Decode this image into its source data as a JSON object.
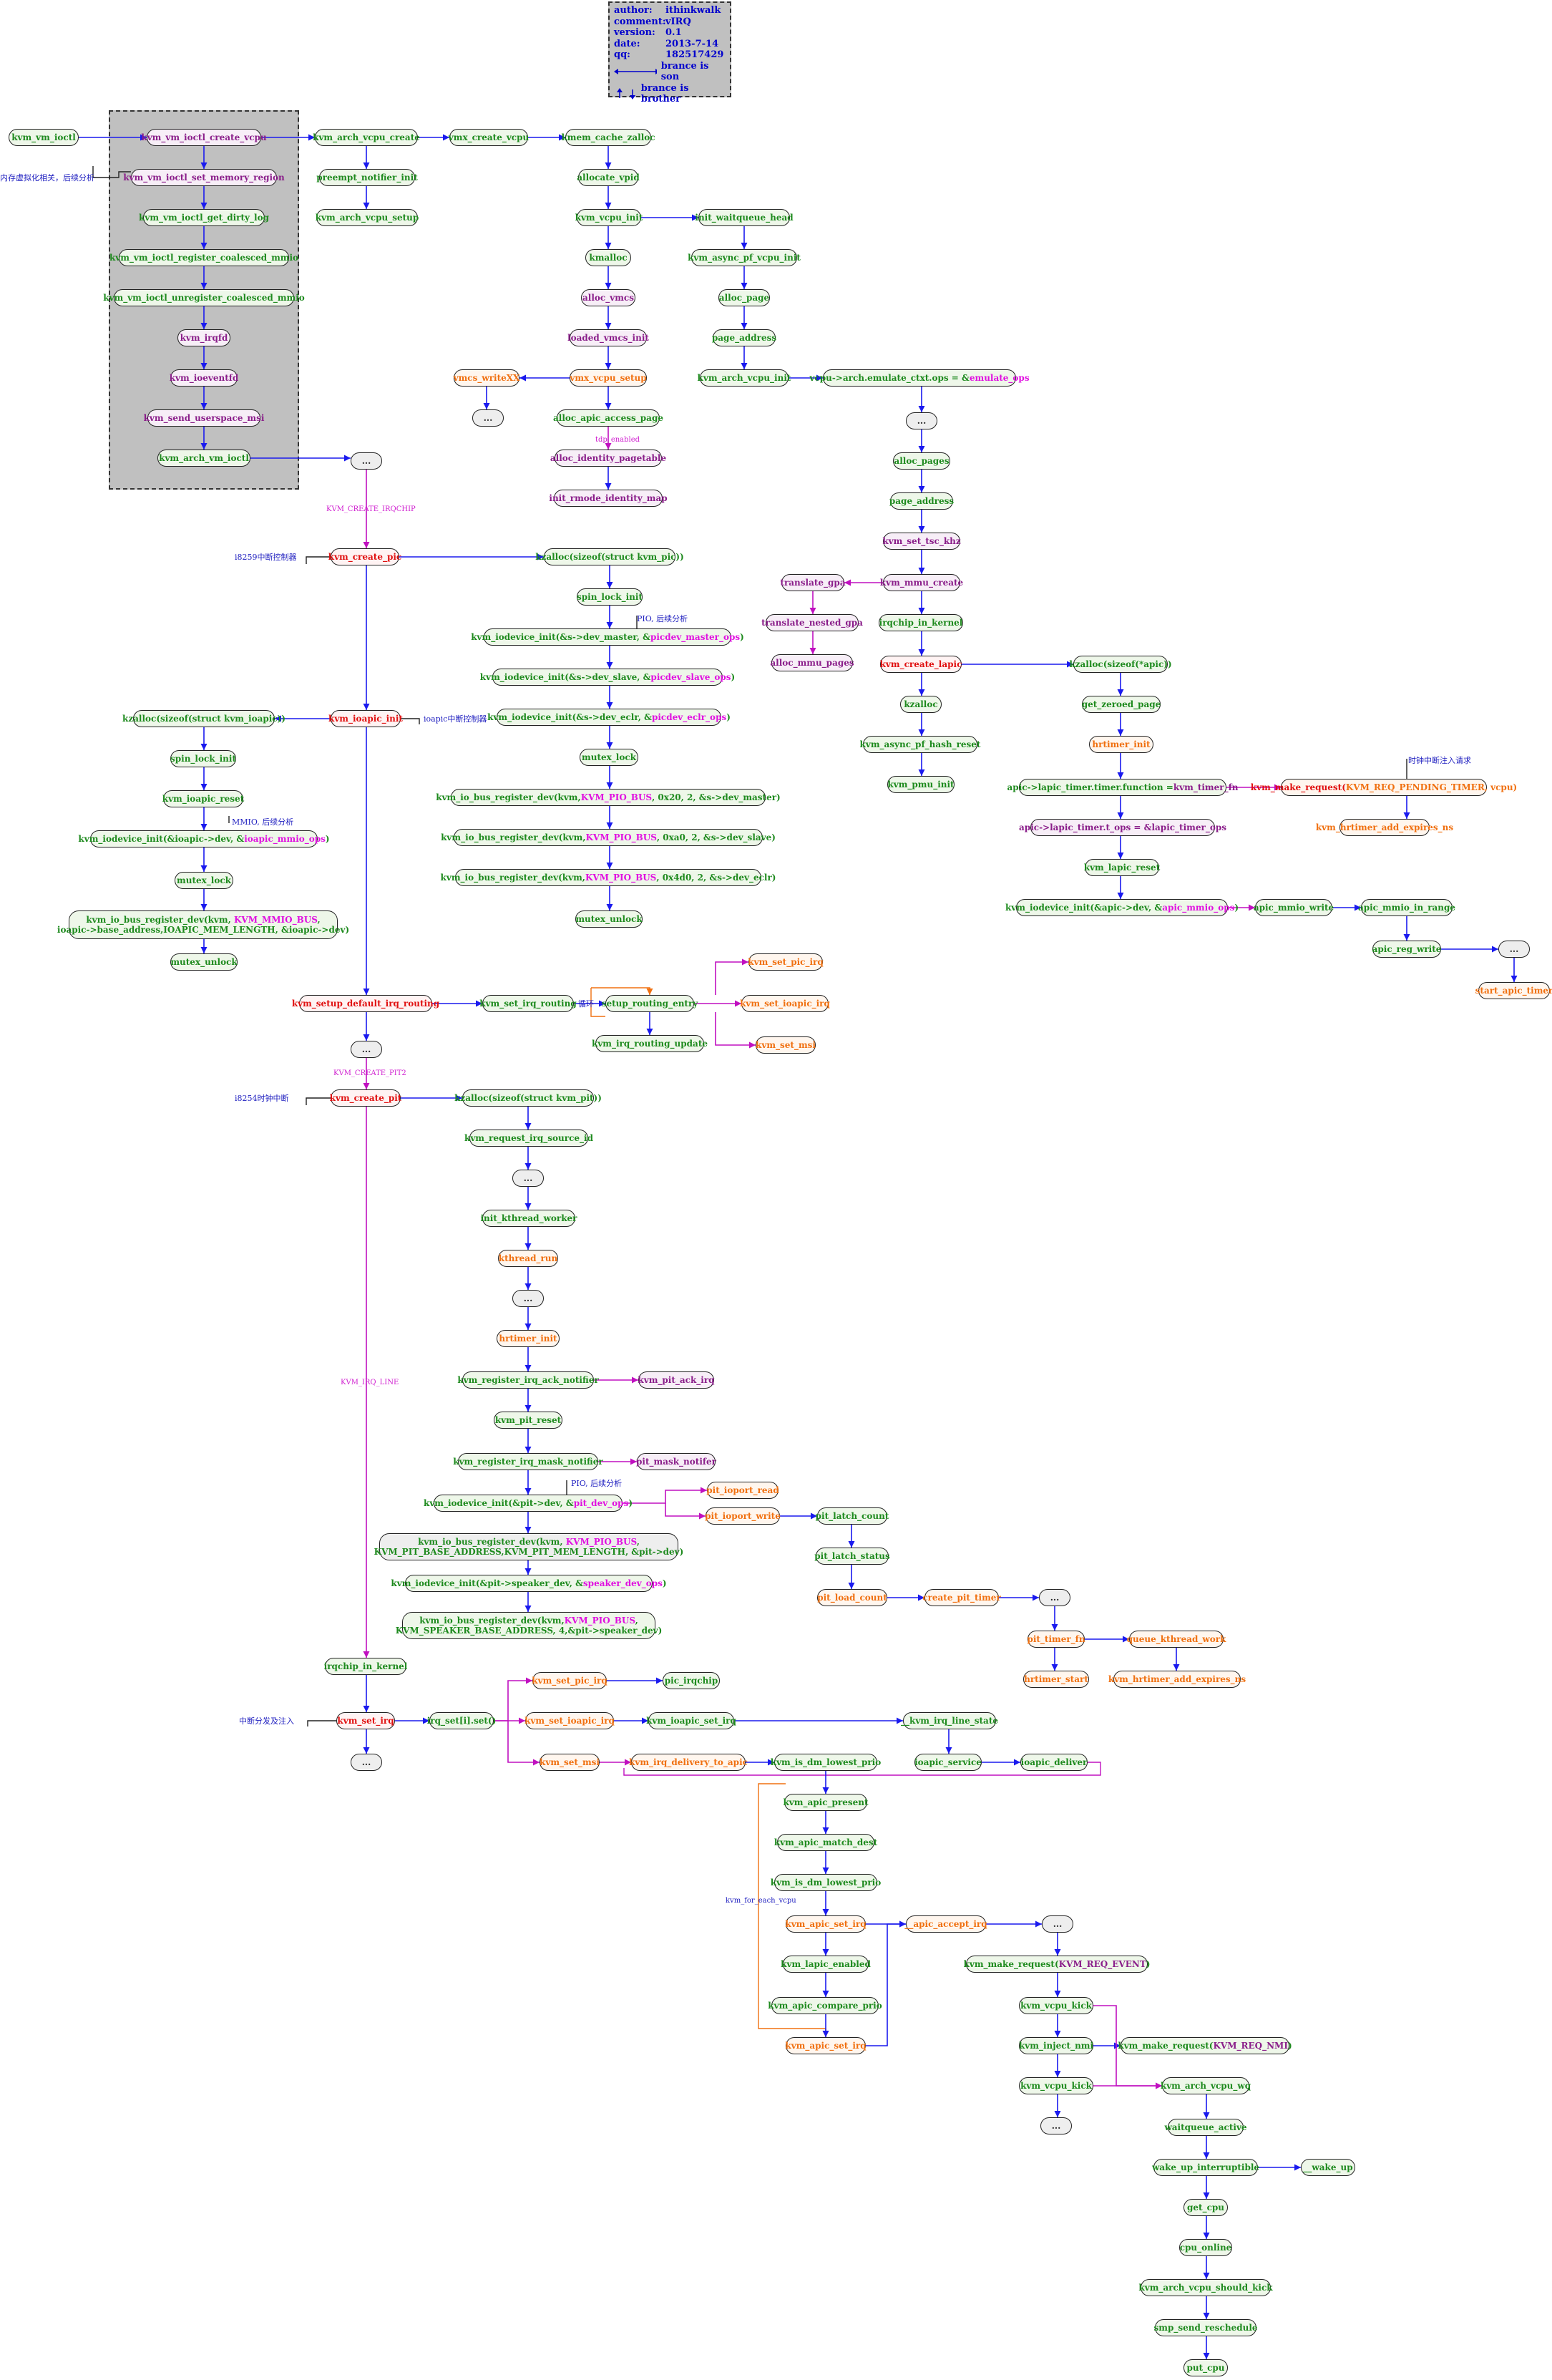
{
  "info": {
    "rows": [
      {
        "key": "author:",
        "value": "ithinkwalk"
      },
      {
        "key": "comment:",
        "value": "vIRQ"
      },
      {
        "key": "version:",
        "value": "0.1"
      },
      {
        "key": "date:",
        "value": "2013-7-14"
      },
      {
        "key": "qq:",
        "value": "182517429"
      }
    ],
    "legend_son": "brance is son",
    "legend_brother": "brance is brother"
  },
  "notes": {
    "mem_virt": "内存虚拟化相关，后续分析",
    "i8259": "i8259中断控制器",
    "pio1": "PIO, 后续分析",
    "ioapic": "ioapic中断控制器",
    "mmio": "MMIO, 后续分析",
    "timer_req": "时钟中断注入请求",
    "i8254": "i8254时钟中断",
    "pio2": "PIO, 后续分析",
    "dispatch": "中断分发及注入",
    "loop": "循环"
  },
  "edge_labels": {
    "create_irqchip": "KVM_CREATE_IRQCHIP",
    "irq_line": "KVM_IRQ_LINE",
    "create_pit2": "KVM_CREATE_PIT2",
    "tdp": "tdp_enabled",
    "for_each_vcpu": "kvm_for_each_vcpu"
  },
  "nodes": {
    "kvm_vm_ioctl": "kvm_vm_ioctl",
    "create_vcpu": "kvm_vm_ioctl_create_vcpu",
    "set_memory_region": "kvm_vm_ioctl_set_memory_region",
    "get_dirty_log": "kvm_vm_ioctl_get_dirty_log",
    "register_coalesced": "kvm_vm_ioctl_register_coalesced_mmio",
    "unregister_coalesced": "kvm_vm_ioctl_unregister_coalesced_mmio",
    "kvm_irqfd": "kvm_irqfd",
    "kvm_ioeventfd": "kvm_ioeventfd",
    "send_userspace_msi": "kvm_send_userspace_msi",
    "arch_vm_ioctl": "kvm_arch_vm_ioctl",
    "dots_a": "...",
    "arch_vcpu_create": "kvm_arch_vcpu_create",
    "preempt_notifier": "preempt_notifier_init",
    "arch_vcpu_setup": "kvm_arch_vcpu_setup",
    "vmx_create_vcpu": "vmx_create_vcpu",
    "kmem_cache_zalloc": "kmem_cache_zalloc",
    "allocate_vpid": "allocate_vpid",
    "kvm_vcpu_init": "kvm_vcpu_init",
    "kmalloc": "kmalloc",
    "alloc_vmcs": "alloc_vmcs",
    "loaded_vmcs_init": "loaded_vmcs_init",
    "vmcs_writeXX": "vmcs_writeXX",
    "dots_b": "...",
    "vmx_vcpu_setup": "vmx_vcpu_setup",
    "alloc_apic_access_page": "alloc_apic_access_page",
    "alloc_identity_pagetable": "alloc_identity_pagetable",
    "init_rmode_identity_map": "init_rmode_identity_map",
    "init_waitqueue_head": "init_waitqueue_head",
    "async_pf_vcpu_init": "kvm_async_pf_vcpu_init",
    "alloc_page": "alloc_page",
    "page_address": "page_address",
    "kvm_arch_vcpu_init": "kvm_arch_vcpu_init",
    "emulate_ctxt_prefix": "vcpu->arch.emulate_ctxt.ops = &",
    "emulate_ops": "emulate_ops",
    "dots_c": "...",
    "alloc_pages": "alloc_pages",
    "page_address2": "page_address",
    "set_tsc_khz": "kvm_set_tsc_khz",
    "translate_gpa": "translate_gpa",
    "translate_nested_gpa": "translate_nested_gpa",
    "alloc_mmu_pages": "alloc_mmu_pages",
    "mmu_create": "kvm_mmu_create",
    "irqchip_in_kernel": "irqchip_in_kernel",
    "kvm_create_lapic": "kvm_create_lapic",
    "kzalloc_apic": "kzalloc(sizeof(*apic))",
    "kzalloc2": "kzalloc",
    "async_pf_hash_reset": "kvm_async_pf_hash_reset",
    "pmu_init": "kvm_pmu_init",
    "get_zeroed_page": "get_zeroed_page",
    "hrtimer_init_a": "hrtimer_init",
    "lapic_timer_fn_prefix": "apic->lapic_timer.timer.function = ",
    "lapic_timer_fn": "kvm_timer_fn",
    "make_request_pending_prefix": "kvm_make_request(",
    "make_request_pending": "KVM_REQ_PENDING_TIMER, vcpu)",
    "hrtimer_add_expires_ns": "kvm_hrtimer_add_expires_ns",
    "lapic_timer_ops_prefix": "apic->lapic_timer.t_ops = &",
    "lapic_timer_ops": "lapic_timer_ops",
    "kvm_lapic_reset": "kvm_lapic_reset",
    "iodevice_init_apic_prefix": "kvm_iodevice_init(&apic->dev, &",
    "iodevice_init_apic_ops": "apic_mmio_ops",
    "iodevice_init_apic_suffix": ")",
    "apic_mmio_write": "apic_mmio_write",
    "apic_mmio_in_range": "apic_mmio_in_range",
    "apic_reg_write": "apic_reg_write",
    "dots_d": "...",
    "start_apic_timer": "start_apic_timer",
    "kvm_create_pic": "kvm_create_pic",
    "kzalloc_pic": "kzalloc(sizeof(struct kvm_pic))",
    "spin_lock_init_a": "spin_lock_init",
    "iodev_master_prefix": "kvm_iodevice_init(&s->dev_master, &",
    "iodev_master_ops": "picdev_master_ops",
    "iodev_slave_prefix": "kvm_iodevice_init(&s->dev_slave, &",
    "iodev_slave_ops": "picdev_slave_ops",
    "iodev_eclr_prefix": "kvm_iodevice_init(&s->dev_eclr, &",
    "iodev_eclr_ops": "picdev_eclr_ops",
    "iodev_suffix": ")",
    "mutex_lock_a": "mutex_lock",
    "bus_reg_1_prefix": "kvm_io_bus_register_dev(kvm, ",
    "bus_reg_pio": "KVM_PIO_BUS",
    "bus_reg_1_suffix": ", 0x20, 2, &s->dev_master)",
    "bus_reg_2_suffix": ", 0xa0, 2, &s->dev_slave)",
    "bus_reg_3_suffix": ", 0x4d0, 2, &s->dev_eclr)",
    "mutex_unlock_a": "mutex_unlock",
    "kvm_ioapic_init": "kvm_ioapic_init",
    "kzalloc_ioapic": "kzalloc(sizeof(struct kvm_ioapic))",
    "spin_lock_init_b": "spin_lock_init",
    "kvm_ioapic_reset": "kvm_ioapic_reset",
    "iodev_ioapic_prefix": "kvm_iodevice_init(&ioapic->dev, &",
    "iodev_ioapic_ops": "ioapic_mmio_ops",
    "mutex_lock_b": "mutex_lock",
    "bus_reg_ioapic_l1_prefix": "kvm_io_bus_register_dev(kvm, ",
    "bus_reg_ioapic_mmio": "KVM_MMIO_BUS",
    "bus_reg_ioapic_l1_suffix": ",",
    "bus_reg_ioapic_l2": "ioapic->base_address,IOAPIC_MEM_LENGTH, &ioapic->dev)",
    "mutex_unlock_b": "mutex_unlock",
    "setup_default_irq_routing": "kvm_setup_default_irq_routing",
    "kvm_set_irq_routing": "kvm_set_irq_routing",
    "setup_routing_entry": "setup_routing_entry",
    "irq_routing_update": "kvm_irq_routing_update",
    "route_pic_irq": "kvm_set_pic_irq",
    "route_ioapic_irq": "kvm_set_ioapic_irq",
    "route_msi": "kvm_set_msi",
    "dots_e": "...",
    "kvm_create_pit": "kvm_create_pit",
    "kzalloc_pit": "kzalloc(sizeof(struct kvm_pit))",
    "request_irq_source_id": "kvm_request_irq_source_id",
    "dots_f": "...",
    "init_kthread_worker": "init_kthread_worker",
    "kthread_run": "kthread_run",
    "dots_g": "...",
    "hrtimer_init_b": "hrtimer_init",
    "register_irq_ack_notifier": "kvm_register_irq_ack_notifier",
    "kvm_pit_ack_irq": "kvm_pit_ack_irq",
    "kvm_pit_reset": "kvm_pit_reset",
    "register_irq_mask_notifier": "kvm_register_irq_mask_notifier",
    "pit_mask_notifer": "pit_mask_notifer",
    "iodev_pit_prefix": "kvm_iodevice_init(&pit->dev, &",
    "iodev_pit_ops": "pit_dev_ops",
    "pit_ioport_read": "pit_ioport_read",
    "pit_ioport_write": "pit_ioport_write",
    "pit_latch_count": "pit_latch_count",
    "pit_latch_status": "pit_latch_status",
    "pit_load_count": "pit_load_count",
    "create_pit_timer": "create_pit_timer",
    "dots_h": "...",
    "pit_timer_fn": "pit_timer_fn",
    "queue_kthread_work": "queue_kthread_work",
    "hrtimer_start": "hrtimer_start",
    "hrtimer_add_expires_ns_b": "kvm_hrtimer_add_expires_ns",
    "bus_reg_pit_l1_prefix": "kvm_io_bus_register_dev(kvm, ",
    "bus_reg_pit_l1_suffix": ",",
    "bus_reg_pit_l2": "KVM_PIT_BASE_ADDRESS,KVM_PIT_MEM_LENGTH, &pit->dev)",
    "iodev_speaker_prefix": "kvm_iodevice_init(&pit->speaker_dev, &",
    "iodev_speaker_ops": "speaker_dev_ops",
    "bus_reg_speaker_l1_prefix": "kvm_io_bus_register_dev(kvm,",
    "bus_reg_speaker_l1_suffix": ",",
    "bus_reg_speaker_l2": "KVM_SPEAKER_BASE_ADDRESS, 4,&pit->speaker_dev)",
    "irqchip_in_kernel_b": "irqchip_in_kernel",
    "kvm_set_irq": "kvm_set_irq",
    "dots_i": "...",
    "irq_set": "irq_set[i].set()",
    "set_pic_irq": "kvm_set_pic_irq",
    "pic_irqchip": "pic_irqchip",
    "set_ioapic_irq": "kvm_set_ioapic_irq",
    "ioapic_set_irq": "kvm_ioapic_set_irq",
    "__irq_line_state": "__kvm_irq_line_state",
    "set_msi": "kvm_set_msi",
    "irq_delivery_to_apic": "kvm_irq_delivery_to_apic",
    "is_dm_lowest_prio_a": "kvm_is_dm_lowest_prio",
    "ioapic_service": "ioapic_service",
    "ioapic_deliver": "ioapic_deliver",
    "apic_present": "kvm_apic_present",
    "apic_match_dest": "kvm_apic_match_dest",
    "is_dm_lowest_prio_b": "kvm_is_dm_lowest_prio",
    "apic_set_irq_a": "kvm_apic_set_irq",
    "__apic_accept_irq": "__apic_accept_irq",
    "dots_j": "...",
    "lapic_enabled": "kvm_lapic_enabled",
    "apic_compare_prio": "kvm_apic_compare_prio",
    "apic_set_irq_b": "kvm_apic_set_irq",
    "make_request_event_prefix": "kvm_make_request(",
    "make_request_event": "KVM_REQ_EVENT",
    "make_request_event_suffix": ")",
    "vcpu_kick_a": "kvm_vcpu_kick",
    "inject_nmi": "kvm_inject_nmi",
    "make_request_nmi_prefix": "kvm_make_request(",
    "make_request_nmi": "KVM_REQ_NMI",
    "make_request_nmi_suffix": ")",
    "vcpu_kick_b": "kvm_vcpu_kick",
    "dots_k": "...",
    "arch_vcpu_wq": "kvm_arch_vcpu_wq",
    "waitqueue_active": "waitqueue_active",
    "wake_up_interruptible": "wake_up_interruptible",
    "__wake_up": "__wake_up",
    "get_cpu": "get_cpu",
    "cpu_online": "cpu_online",
    "arch_vcpu_should_kick": "kvm_arch_vcpu_should_kick",
    "smp_send_reschedule": "smp_send_reschedule",
    "put_cpu": "put_cpu"
  }
}
